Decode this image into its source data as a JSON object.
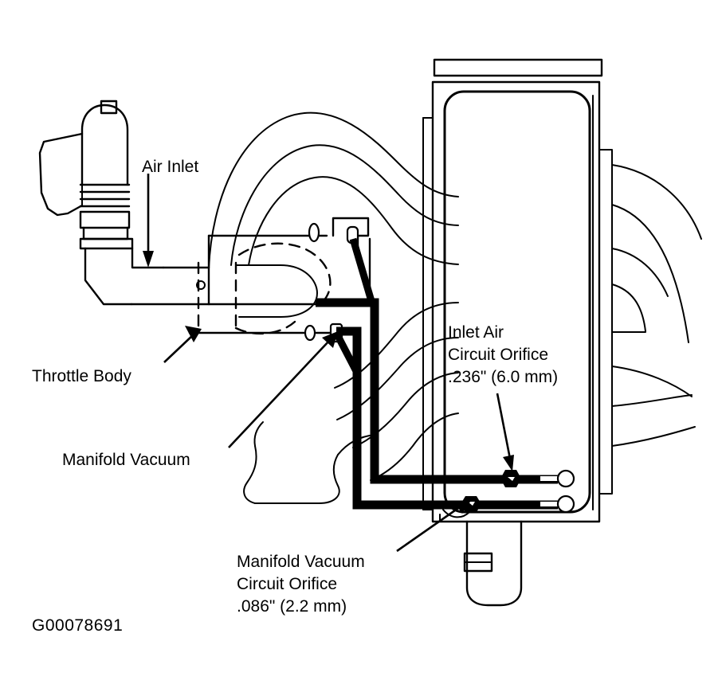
{
  "figure": {
    "id_code": "G00078691",
    "type": "automotive-line-diagram",
    "subject": "Air intake system with inlet air and manifold vacuum circuit orifices"
  },
  "labels": {
    "air_inlet": "Air Inlet",
    "throttle_body": "Throttle Body",
    "manifold_vacuum": "Manifold Vacuum",
    "inlet_air_orifice_line1": "Inlet Air",
    "inlet_air_orifice_line2": "Circuit Orifice",
    "inlet_air_orifice_line3": ".236\" (6.0 mm)",
    "manifold_vacuum_orifice_line1": "Manifold Vacuum",
    "manifold_vacuum_orifice_line2": "Circuit Orifice",
    "manifold_vacuum_orifice_line3": ".086\" (2.2 mm)"
  },
  "specs": {
    "inlet_air_orifice_in": ".236\"",
    "inlet_air_orifice_mm": "6.0 mm",
    "manifold_vacuum_orifice_in": ".086\"",
    "manifold_vacuum_orifice_mm": "2.2 mm"
  },
  "colors": {
    "line": "#000000",
    "background": "#ffffff"
  }
}
